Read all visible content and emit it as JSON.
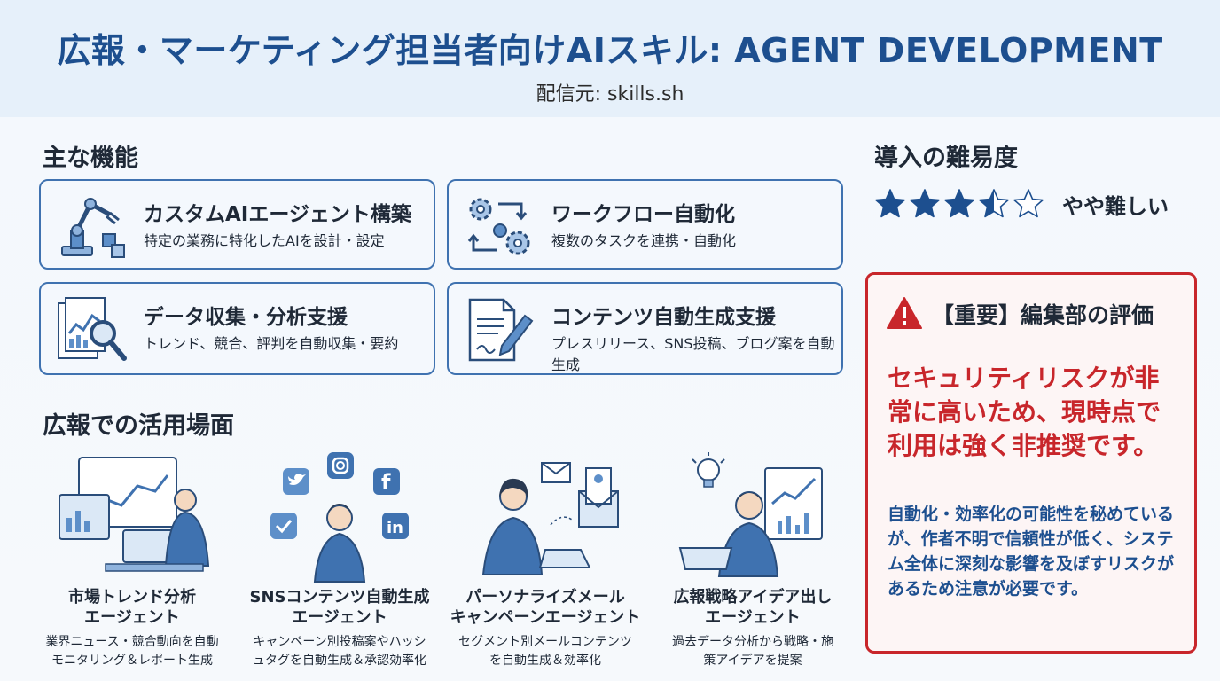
{
  "header": {
    "title": "広報・マーケティング担当者向けAIスキル: AGENT DEVELOPMENT",
    "source": "配信元: skills.sh"
  },
  "features": {
    "section_title": "主な機能",
    "items": [
      {
        "icon": "robot-arm-icon",
        "title": "カスタムAIエージェント構築",
        "desc": "特定の業務に特化したAIを設計・設定"
      },
      {
        "icon": "gears-workflow-icon",
        "title": "ワークフロー自動化",
        "desc": "複数のタスクを連携・自動化"
      },
      {
        "icon": "data-analysis-icon",
        "title": "データ収集・分析支援",
        "desc": "トレンド、競合、評判を自動収集・要約"
      },
      {
        "icon": "document-pen-icon",
        "title": "コンテンツ自動生成支援",
        "desc": "プレスリリース、SNS投稿、ブログ案を自動生成"
      }
    ]
  },
  "usecases": {
    "section_title": "広報での活用場面",
    "items": [
      {
        "icon": "market-trend-illustration-icon",
        "title_line1": "市場トレンド分析",
        "title_line2": "エージェント",
        "desc_line1": "業界ニュース・競合動向を自動",
        "desc_line2": "モニタリング＆レポート生成"
      },
      {
        "icon": "sns-illustration-icon",
        "title_line1": "SNSコンテンツ自動生成",
        "title_line2": "エージェント",
        "desc_line1": "キャンペーン別投稿案やハッシ",
        "desc_line2": "ュタグを自動生成＆承認効率化"
      },
      {
        "icon": "email-illustration-icon",
        "title_line1": "パーソナライズメール",
        "title_line2": "キャンペーンエージェント",
        "desc_line1": "セグメント別メールコンテンツ",
        "desc_line2": "を自動生成＆効率化"
      },
      {
        "icon": "strategy-illustration-icon",
        "title_line1": "広報戦略アイデア出し",
        "title_line2": "エージェント",
        "desc_line1": "過去データ分析から戦略・施",
        "desc_line2": "策アイデアを提案"
      }
    ]
  },
  "difficulty": {
    "title": "導入の難易度",
    "rating": 3.5,
    "max": 5,
    "label": "やや難しい",
    "star_color": "#1d4f8f"
  },
  "warning": {
    "icon": "warning-triangle-icon",
    "title": "【重要】編集部の評価",
    "headline": "セキュリティリスクが非常に高いため、現時点で利用は強く非推奨です。",
    "body": "自動化・効率化の可能性を秘めているが、作者不明で信頼性が低く、システム全体に深刻な影響を及ぼすリスクがあるため注意が必要です。",
    "color": "#c8262b"
  }
}
